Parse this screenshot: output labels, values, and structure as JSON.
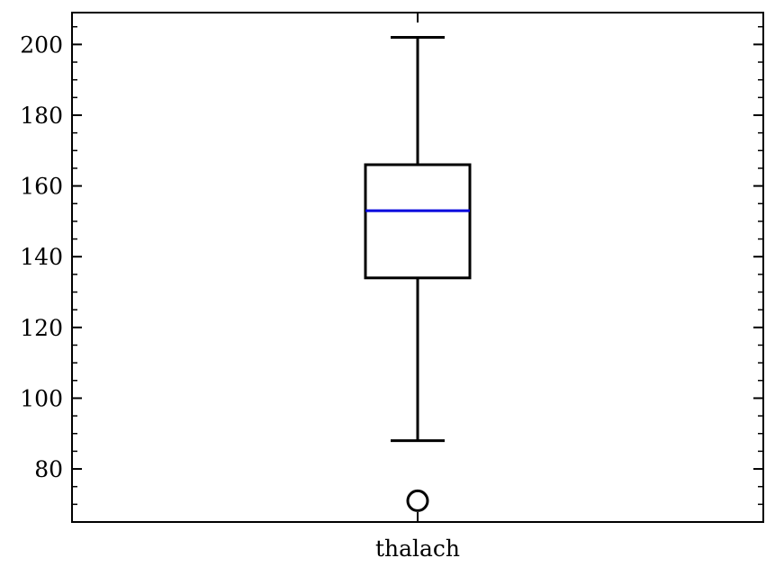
{
  "chart_data": {
    "type": "box",
    "categories": [
      "thalach"
    ],
    "boxes": [
      {
        "name": "thalach",
        "whisker_low": 88,
        "q1": 134,
        "median": 153,
        "q3": 166,
        "whisker_high": 202,
        "outliers": [
          71
        ]
      }
    ],
    "yticks": [
      80,
      100,
      120,
      140,
      160,
      180,
      200
    ],
    "ylim": [
      65,
      209
    ],
    "colors": {
      "box": "#000000",
      "median": "#0000dd",
      "whisker": "#000000",
      "outlier": "#000000"
    },
    "grid": false
  }
}
